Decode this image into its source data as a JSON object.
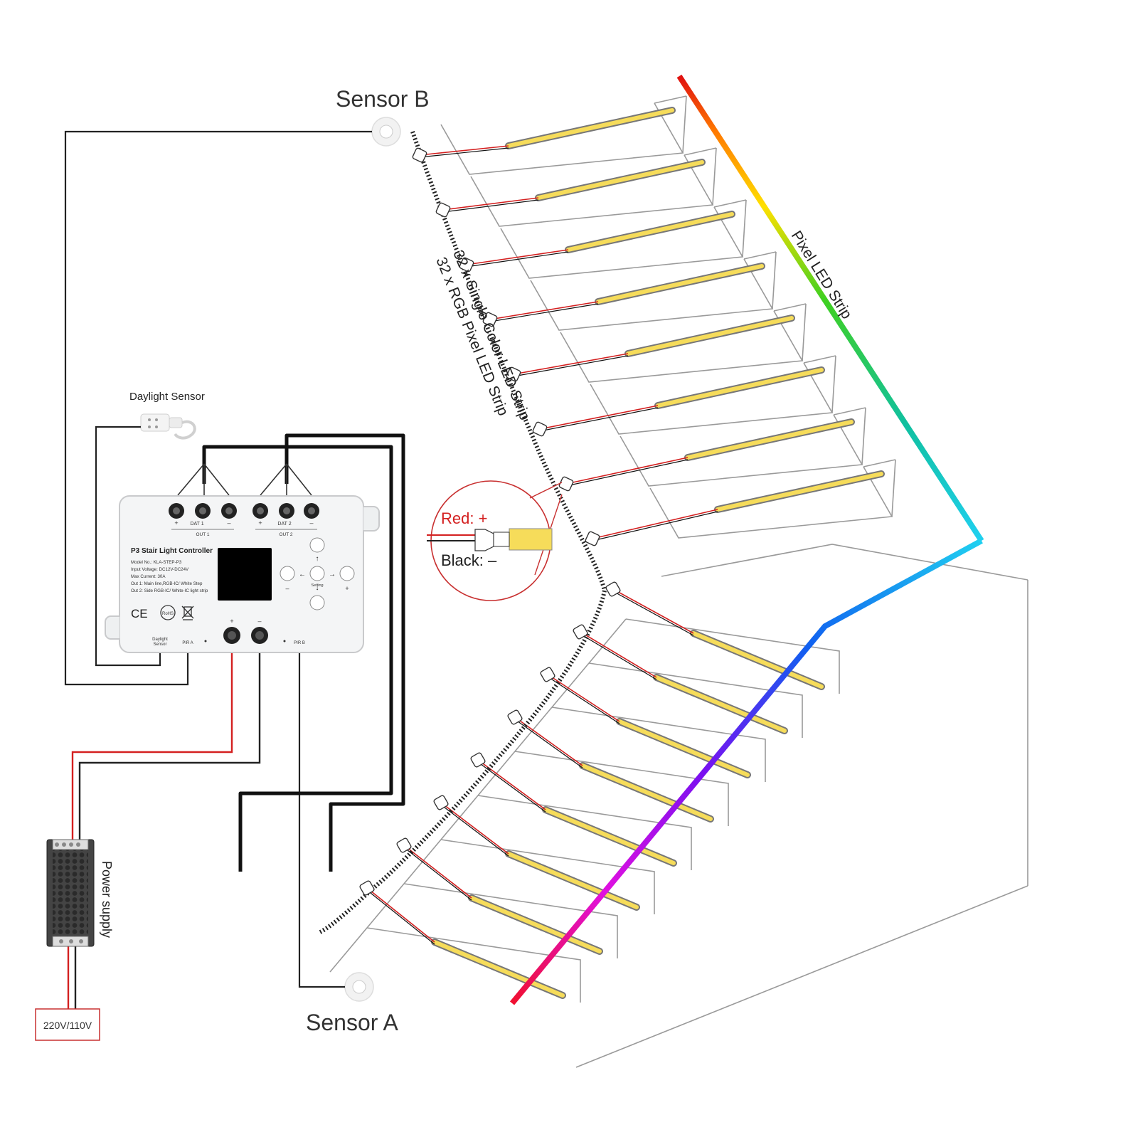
{
  "labels": {
    "sensor_b": "Sensor B",
    "sensor_a": "Sensor A",
    "daylight_sensor": "Daylight Sensor",
    "strip_line1": "32 x Single Color LED Strip",
    "strip_line2": "32 x RGB Pixel LED Strip",
    "pixel_strip": "Pixel LED Strip",
    "red_wire": "Red: +",
    "black_wire": "Black: –",
    "power_supply": "Power supply",
    "mains": "220V/110V"
  },
  "controller": {
    "title": "P3 Stair Light Controller",
    "specs": [
      "Model No.: KLA-STEP-P3",
      "Input Voltage: DC12V-DC24V",
      "Max Current: 30A",
      "Out 1: Main line,RGB-IC/ White Step",
      "Out 2: Side RGB-IC/ White-IC light strip"
    ],
    "dat1": "DAT 1",
    "dat2": "DAT 2",
    "out1": "OUT 1",
    "out2": "OUT 2",
    "plus": "+",
    "minus": "–",
    "setting": "Setting",
    "daylight_port_line1": "Daylight",
    "daylight_port_line2": "Sensor",
    "pir_a": "PIR A",
    "pir_b": "PIR B",
    "ce_mark": "CE",
    "rohs_mark": "RoHS"
  },
  "colors": {
    "wire_red": "#d42020",
    "wire_black": "#111111",
    "led_yellow": "#f6dc5a",
    "mains_box": "#c83030"
  }
}
